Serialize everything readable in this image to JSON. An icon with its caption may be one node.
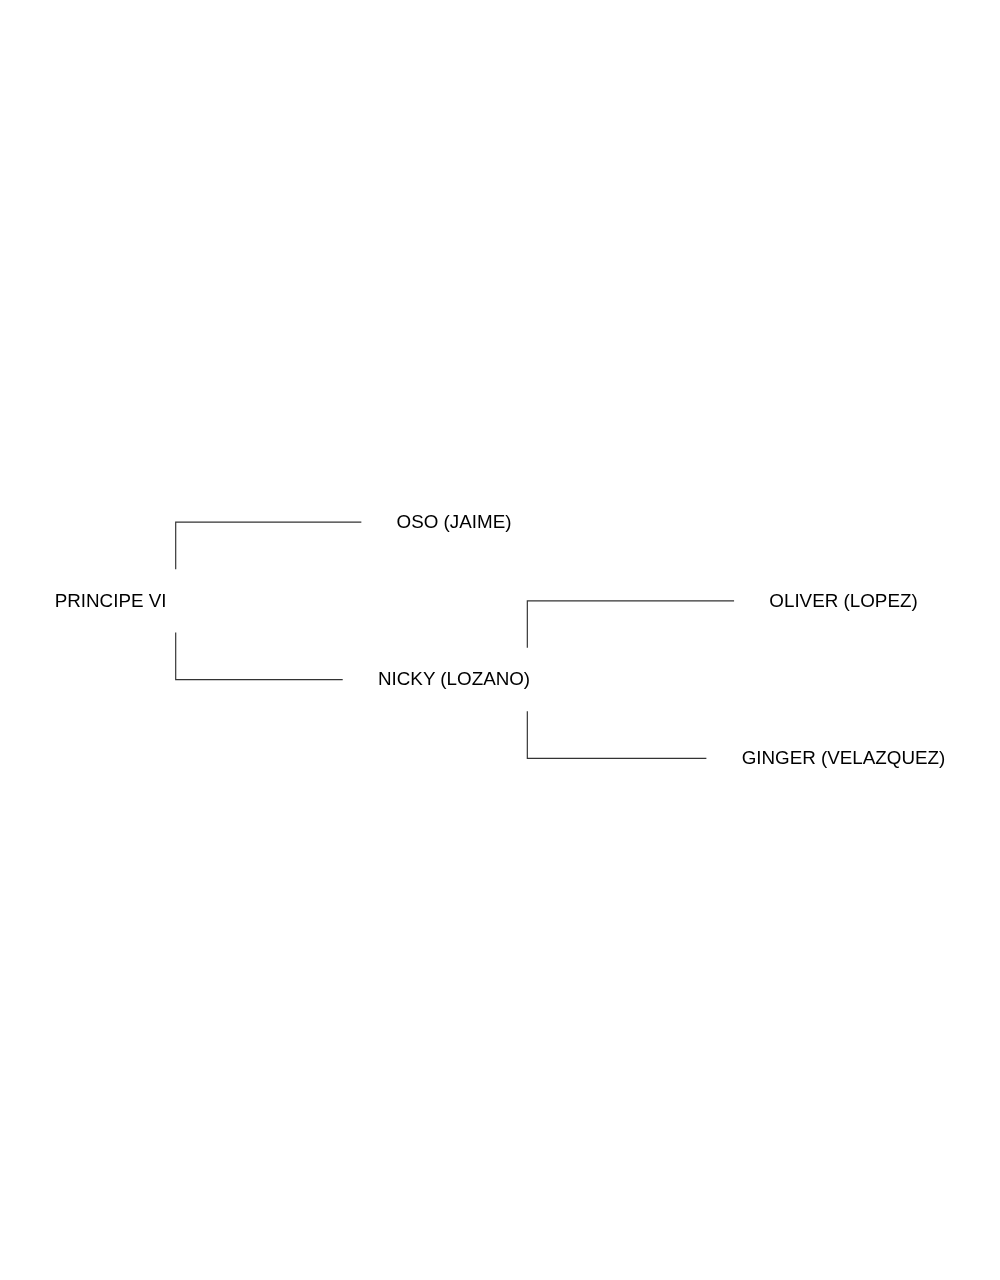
{
  "diagram": {
    "nodes": [
      {
        "text": [
          "PRINCIPE VI"
        ]
      },
      {
        "text": [
          "OSO (JAIME)"
        ]
      },
      {
        "text": [
          "NICKY (LOZANO)"
        ]
      },
      {
        "text": [
          "OLIVER (LOPEZ)"
        ]
      },
      {
        "text": [
          "GINGER (VELAZQUEZ)"
        ]
      }
    ],
    "edges": [
      {
        "from": 0,
        "to": 1,
        "arrow": "none"
      },
      {
        "from": 0,
        "to": 2,
        "arrow": "none"
      },
      {
        "from": 2,
        "to": 3,
        "arrow": "none"
      },
      {
        "from": 2,
        "to": 4,
        "arrow": "none"
      }
    ]
  }
}
